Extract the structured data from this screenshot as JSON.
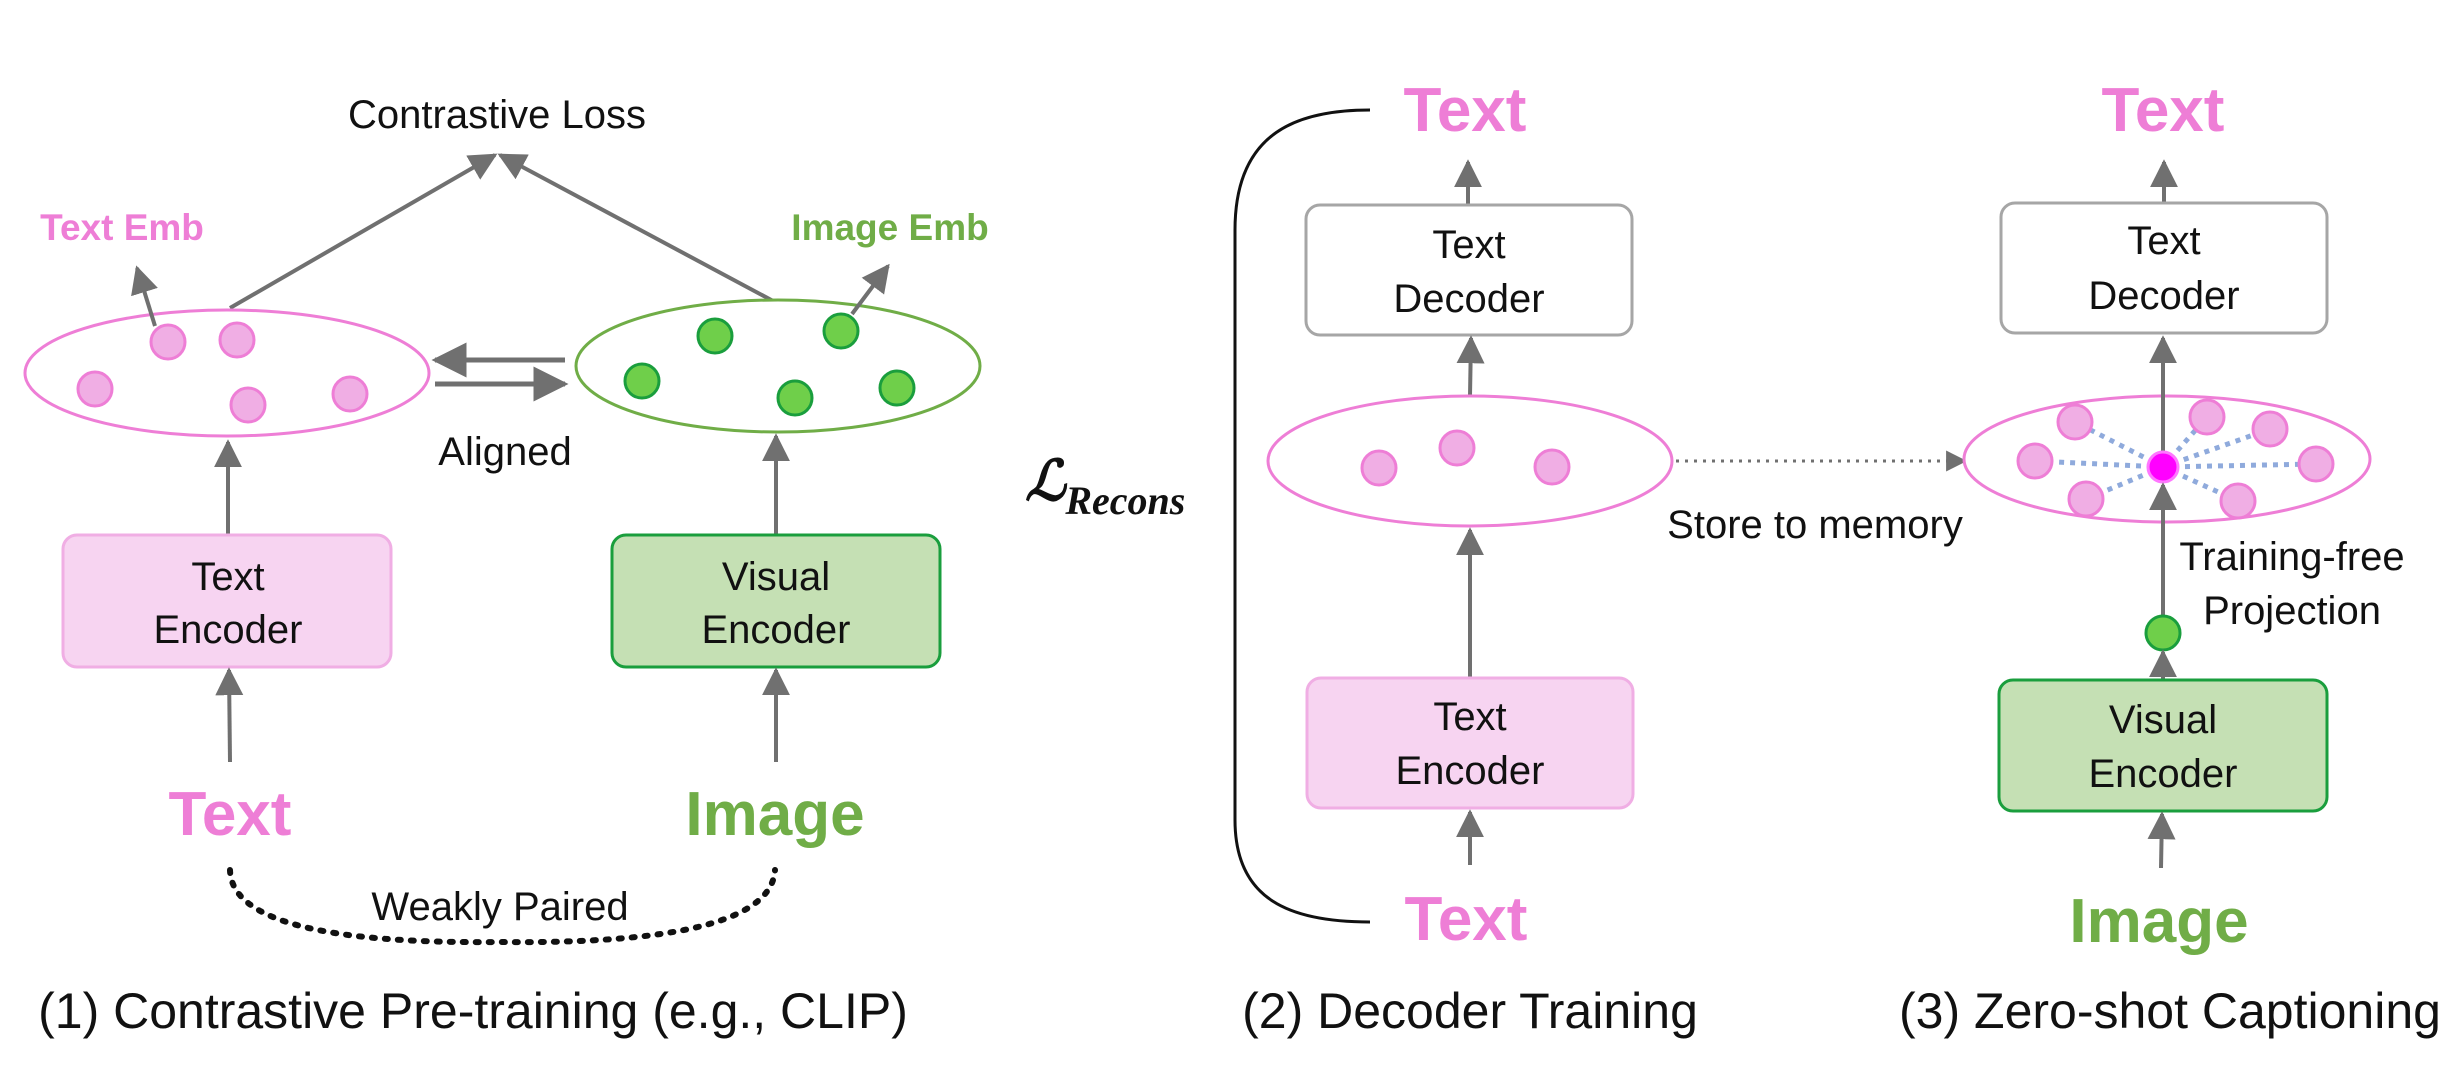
{
  "colors": {
    "pink": "#ee7ed6",
    "pink_fill": "#f7d4f1",
    "pink_dot": "#f0aee4",
    "green": "#70ad47",
    "green_stroke": "#1a9e3d",
    "green_fill": "#c5e0b4",
    "green_dot": "#6fcf4a",
    "magenta": "#ff00ff",
    "arrow": "#707070",
    "gray_box": "#a6a6a6",
    "dotted_blue": "#8faadc"
  },
  "panel1": {
    "contrastive_loss": "Contrastive Loss",
    "text_emb": "Text Emb",
    "image_emb": "Image Emb",
    "aligned": "Aligned",
    "text_encoder": [
      "Text",
      "Encoder"
    ],
    "visual_encoder": [
      "Visual",
      "Encoder"
    ],
    "text_input": "Text",
    "image_input": "Image",
    "weakly_paired": "Weakly Paired",
    "caption": "(1) Contrastive Pre-training (e.g., CLIP)"
  },
  "panel2": {
    "loss_symbol": "ℒ",
    "loss_subscript": "Recons",
    "text_output": "Text",
    "text_decoder": [
      "Text",
      "Decoder"
    ],
    "text_encoder": [
      "Text",
      "Encoder"
    ],
    "text_input": "Text",
    "store_to_memory": "Store to memory",
    "caption": "(2) Decoder Training"
  },
  "panel3": {
    "text_output": "Text",
    "text_decoder": [
      "Text",
      "Decoder"
    ],
    "projection": [
      "Training-free",
      "Projection"
    ],
    "visual_encoder": [
      "Visual",
      "Encoder"
    ],
    "image_input": "Image",
    "caption": "(3) Zero-shot Captioning"
  }
}
